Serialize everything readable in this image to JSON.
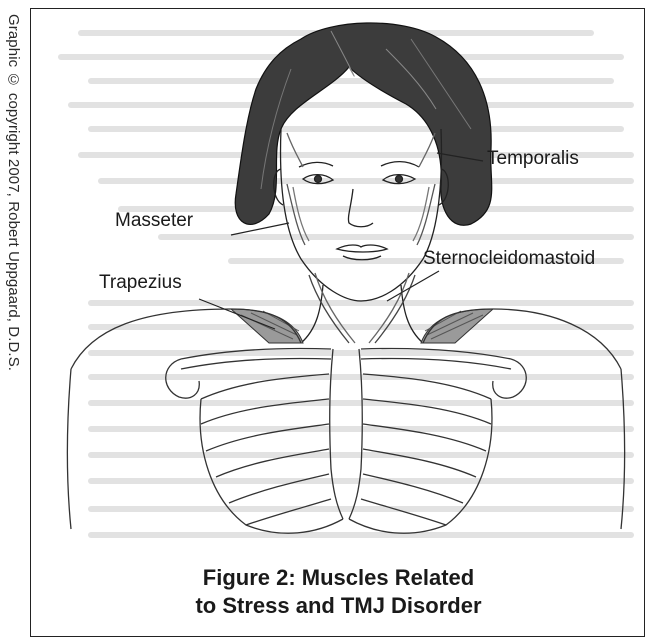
{
  "credit": "Graphic © copyright 2007, Robert Uppgaard, D.D.S.",
  "labels": {
    "temporalis": "Temporalis",
    "masseter": "Masseter",
    "trapezius": "Trapezius",
    "sternocleidomastoid": "Sternocleidomastoid"
  },
  "caption": {
    "line1": "Figure 2:  Muscles Related",
    "line2": "to Stress and TMJ Disorder"
  },
  "background_text_color": "#d9d9d9"
}
